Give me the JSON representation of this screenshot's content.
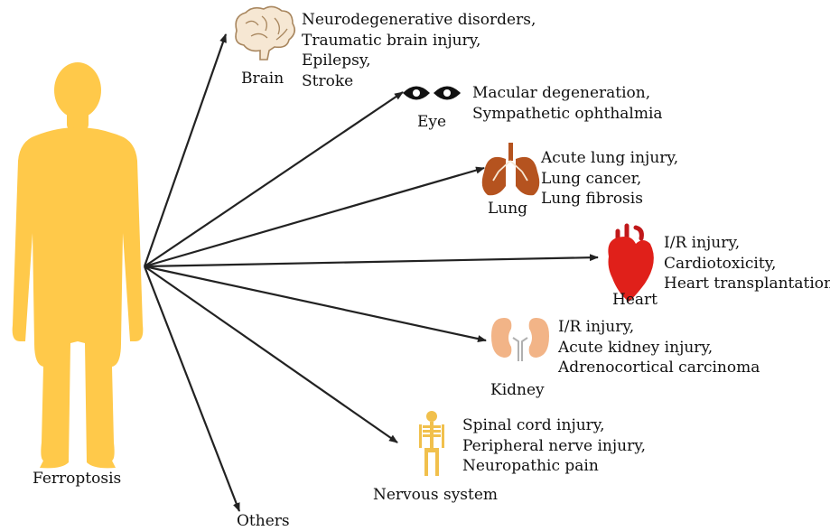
{
  "center": {
    "label": "Ferroptosis"
  },
  "organs": [
    {
      "key": "brain",
      "name": "Brain",
      "icon": "brain-icon",
      "conditions": [
        "Neurodegenerative disorders,",
        "Traumatic brain injury,",
        "Epilepsy,",
        "Stroke"
      ]
    },
    {
      "key": "eye",
      "name": "Eye",
      "icon": "eyes-icon",
      "conditions": [
        "Macular degeneration,",
        "Sympathetic ophthalmia"
      ]
    },
    {
      "key": "lung",
      "name": "Lung",
      "icon": "lungs-icon",
      "conditions": [
        "Acute lung injury,",
        "Lung cancer,",
        "Lung fibrosis"
      ]
    },
    {
      "key": "heart",
      "name": "Heart",
      "icon": "heart-icon",
      "conditions": [
        "I/R injury,",
        "Cardiotoxicity,",
        "Heart transplantation"
      ]
    },
    {
      "key": "kidney",
      "name": "Kidney",
      "icon": "kidneys-icon",
      "conditions": [
        "I/R injury,",
        "Acute kidney injury,",
        "Adrenocortical carcinoma"
      ]
    },
    {
      "key": "nervous",
      "name": "Nervous system",
      "icon": "skeleton-icon",
      "conditions": [
        "Spinal cord injury,",
        "Peripheral nerve injury,",
        "Neuropathic pain"
      ]
    },
    {
      "key": "others",
      "name": "Others",
      "icon": "",
      "conditions": []
    }
  ],
  "colors": {
    "body": "#FFC94A",
    "heart": "#E0201A",
    "lung": "#B5531F",
    "kidney": "#F2B487",
    "brain_fill": "#F6E7D3",
    "brain_line": "#A8865E",
    "skeleton": "#F1C04C",
    "arrow": "#222222"
  }
}
